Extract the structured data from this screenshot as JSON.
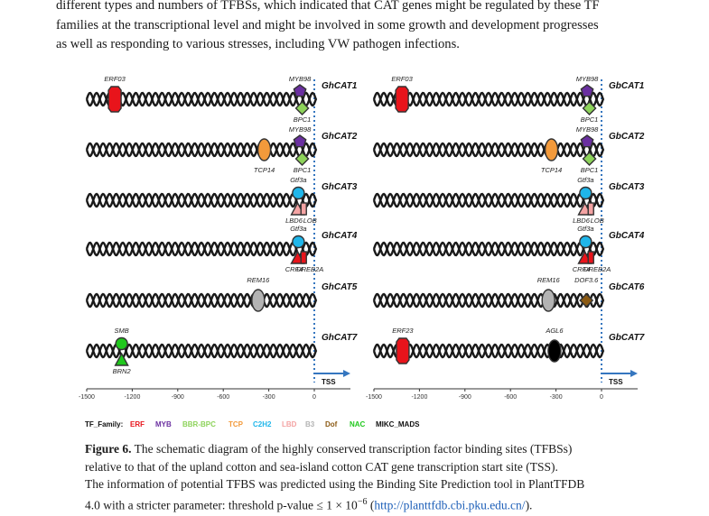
{
  "paragraph": {
    "line1": "different types and numbers of TFBSs, which indicated that CAT genes might be regulated by these TF",
    "line2": "families at the transcriptional level and might be involved in some growth and development progresses",
    "line3": "as well as responding to various stresses, including VW pathogen infections."
  },
  "figure": {
    "panels": [
      {
        "rows": [
          {
            "gene": "GhCAT1",
            "sites": [
              {
                "tf": "ERF03",
                "pos": -1315,
                "family": "ERF",
                "shape": "hexagon",
                "label_side": "top"
              },
              {
                "tf": "MYB98",
                "pos": -95,
                "family": "MYB",
                "shape": "pentagon",
                "label_side": "top"
              },
              {
                "tf": "BPC1",
                "pos": -80,
                "family": "BBR-BPC",
                "shape": "diamond",
                "label_side": "bottom"
              }
            ]
          },
          {
            "gene": "GhCAT2",
            "sites": [
              {
                "tf": "TCP14",
                "pos": -330,
                "family": "TCP",
                "shape": "ellipse",
                "label_side": "bottom"
              },
              {
                "tf": "MYB98",
                "pos": -95,
                "family": "MYB",
                "shape": "pentagon",
                "label_side": "top"
              },
              {
                "tf": "BPC1",
                "pos": -80,
                "family": "BBR-BPC",
                "shape": "diamond",
                "label_side": "bottom"
              }
            ]
          },
          {
            "gene": "GhCAT3",
            "sites": [
              {
                "tf": "Gtf3a",
                "pos": -105,
                "family": "C2H2",
                "shape": "circle",
                "label_side": "top"
              },
              {
                "tf": "LBD6",
                "pos": -110,
                "family": "LBD",
                "shape": "triangle",
                "label_side": "bottom"
              },
              {
                "tf": "LOB",
                "pos": -70,
                "family": "LBD",
                "shape": "rect",
                "label_side": "bottom"
              }
            ]
          },
          {
            "gene": "GhCAT4",
            "sites": [
              {
                "tf": "Gtf3a",
                "pos": -105,
                "family": "C2H2",
                "shape": "circle",
                "label_side": "top"
              },
              {
                "tf": "CRF4",
                "pos": -110,
                "family": "ERF",
                "shape": "triangle",
                "label_side": "bottom"
              },
              {
                "tf": "DREB2A",
                "pos": -70,
                "family": "ERF",
                "shape": "rect",
                "label_side": "bottom"
              }
            ]
          },
          {
            "gene": "GhCAT5",
            "sites": [
              {
                "tf": "REM16",
                "pos": -370,
                "family": "B3",
                "shape": "ellipse",
                "label_side": "top"
              }
            ]
          },
          {
            "gene": "GhCAT7",
            "sites": [
              {
                "tf": "SMB",
                "pos": -1270,
                "family": "NAC",
                "shape": "circle",
                "label_side": "top"
              },
              {
                "tf": "BRN2",
                "pos": -1270,
                "family": "NAC",
                "shape": "triangle",
                "label_side": "bottom"
              }
            ]
          }
        ]
      },
      {
        "rows": [
          {
            "gene": "GbCAT1",
            "sites": [
              {
                "tf": "ERF03",
                "pos": -1315,
                "family": "ERF",
                "shape": "hexagon",
                "label_side": "top"
              },
              {
                "tf": "MYB98",
                "pos": -95,
                "family": "MYB",
                "shape": "pentagon",
                "label_side": "top"
              },
              {
                "tf": "BPC1",
                "pos": -80,
                "family": "BBR-BPC",
                "shape": "diamond",
                "label_side": "bottom"
              }
            ]
          },
          {
            "gene": "GbCAT2",
            "sites": [
              {
                "tf": "TCP14",
                "pos": -330,
                "family": "TCP",
                "shape": "ellipse",
                "label_side": "bottom"
              },
              {
                "tf": "MYB98",
                "pos": -95,
                "family": "MYB",
                "shape": "pentagon",
                "label_side": "top"
              },
              {
                "tf": "BPC1",
                "pos": -80,
                "family": "BBR-BPC",
                "shape": "diamond",
                "label_side": "bottom"
              }
            ]
          },
          {
            "gene": "GbCAT3",
            "sites": [
              {
                "tf": "Gtf3a",
                "pos": -105,
                "family": "C2H2",
                "shape": "circle",
                "label_side": "top"
              },
              {
                "tf": "LBD6",
                "pos": -110,
                "family": "LBD",
                "shape": "triangle",
                "label_side": "bottom"
              },
              {
                "tf": "LOB",
                "pos": -70,
                "family": "LBD",
                "shape": "rect",
                "label_side": "bottom"
              }
            ]
          },
          {
            "gene": "GbCAT4",
            "sites": [
              {
                "tf": "Gtf3a",
                "pos": -105,
                "family": "C2H2",
                "shape": "circle",
                "label_side": "top"
              },
              {
                "tf": "CRF4",
                "pos": -110,
                "family": "ERF",
                "shape": "triangle",
                "label_side": "bottom"
              },
              {
                "tf": "DREB2A",
                "pos": -70,
                "family": "ERF",
                "shape": "rect",
                "label_side": "bottom"
              }
            ]
          },
          {
            "gene": "GbCAT6",
            "sites": [
              {
                "tf": "REM16",
                "pos": -350,
                "family": "B3",
                "shape": "ellipse",
                "label_side": "top"
              },
              {
                "tf": "DOF3.6",
                "pos": -100,
                "family": "Dof",
                "shape": "diamond",
                "label_side": "top"
              }
            ]
          },
          {
            "gene": "GbCAT7",
            "sites": [
              {
                "tf": "ERF23",
                "pos": -1310,
                "family": "ERF",
                "shape": "hexagon",
                "label_side": "top"
              },
              {
                "tf": "AGL6",
                "pos": -310,
                "family": "MIKC_MADS",
                "shape": "ellipse",
                "label_side": "top"
              }
            ]
          }
        ]
      }
    ],
    "axis_ticks": [
      "-1500",
      "-1200",
      "-900",
      "-600",
      "-300",
      "0"
    ],
    "tss_label": "TSS",
    "legend_title": "TF_Family:",
    "families": [
      {
        "name": "ERF",
        "color": "#e8141b"
      },
      {
        "name": "MYB",
        "color": "#6a2fa0"
      },
      {
        "name": "BBR-BPC",
        "color": "#8dd35a"
      },
      {
        "name": "TCP",
        "color": "#f39a3b"
      },
      {
        "name": "C2H2",
        "color": "#1fb6ea"
      },
      {
        "name": "LBD",
        "color": "#f4a3a3"
      },
      {
        "name": "B3",
        "color": "#b3b3b3"
      },
      {
        "name": "Dof",
        "color": "#8b5a14"
      },
      {
        "name": "NAC",
        "color": "#20c81d"
      },
      {
        "name": "MIKC_MADS",
        "color": "#000000"
      }
    ],
    "colors": {
      "dna": "#1a1a1a",
      "tss_line": "#3576bf",
      "tss_arrow": "#3576bf"
    }
  },
  "caption": {
    "label": "Figure 6.",
    "text1": " The schematic diagram of the highly conserved transcription factor binding sites (TFBSs)",
    "line2": "relative to that of the upland cotton and sea-island cotton CAT gene transcription start site (TSS).",
    "line3": "The information of potential TFBS was predicted using the Binding Site Prediction tool in PlantTFDB",
    "line4a": "4.0 with a stricter parameter: threshold p-value ≤ 1 × 10",
    "exponent": "−6",
    "line4b": " (",
    "url": "http://planttfdb.cbi.pku.edu.cn/",
    "line4c": ")."
  }
}
